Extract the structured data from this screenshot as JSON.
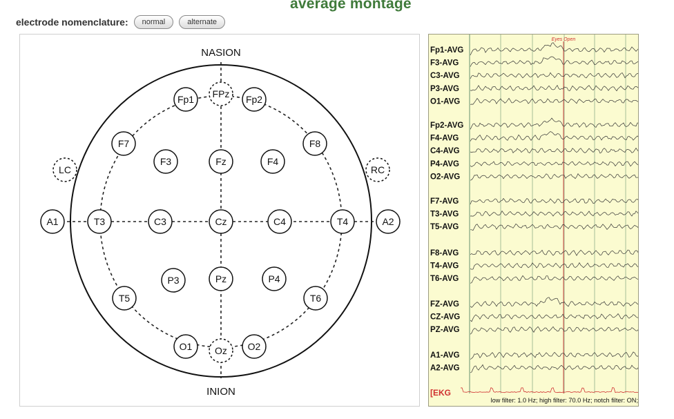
{
  "header": {
    "title": "average montage",
    "nomenclature_label": "electrode nomenclature:",
    "buttons": [
      {
        "label": "normal"
      },
      {
        "label": "alternate"
      }
    ]
  },
  "head_map": {
    "landmarks": {
      "top": "NASION",
      "bottom": "INION"
    },
    "electrodes": [
      {
        "id": "Fp1",
        "label": "Fp1",
        "style": "solid"
      },
      {
        "id": "FPz",
        "label": "FPz",
        "style": "dashed"
      },
      {
        "id": "Fp2",
        "label": "Fp2",
        "style": "solid"
      },
      {
        "id": "F7",
        "label": "F7",
        "style": "solid"
      },
      {
        "id": "F3",
        "label": "F3",
        "style": "solid"
      },
      {
        "id": "Fz",
        "label": "Fz",
        "style": "solid"
      },
      {
        "id": "F4",
        "label": "F4",
        "style": "solid"
      },
      {
        "id": "F8",
        "label": "F8",
        "style": "solid"
      },
      {
        "id": "LC",
        "label": "LC",
        "style": "dashed"
      },
      {
        "id": "RC",
        "label": "RC",
        "style": "dashed"
      },
      {
        "id": "A1",
        "label": "A1",
        "style": "solid"
      },
      {
        "id": "T3",
        "label": "T3",
        "style": "solid"
      },
      {
        "id": "C3",
        "label": "C3",
        "style": "solid"
      },
      {
        "id": "Cz",
        "label": "Cz",
        "style": "solid"
      },
      {
        "id": "C4",
        "label": "C4",
        "style": "solid"
      },
      {
        "id": "T4",
        "label": "T4",
        "style": "solid"
      },
      {
        "id": "A2",
        "label": "A2",
        "style": "solid"
      },
      {
        "id": "P3",
        "label": "P3",
        "style": "solid"
      },
      {
        "id": "Pz",
        "label": "Pz",
        "style": "solid"
      },
      {
        "id": "P4",
        "label": "P4",
        "style": "solid"
      },
      {
        "id": "T5",
        "label": "T5",
        "style": "solid"
      },
      {
        "id": "T6",
        "label": "T6",
        "style": "solid"
      },
      {
        "id": "O1",
        "label": "O1",
        "style": "solid"
      },
      {
        "id": "Oz",
        "label": "Oz",
        "style": "dashed"
      },
      {
        "id": "O2",
        "label": "O2",
        "style": "solid"
      }
    ]
  },
  "eeg": {
    "event_marker": "Eyes Open",
    "channel_groups": [
      [
        "Fp1-AVG",
        "F3-AVG",
        "C3-AVG",
        "P3-AVG",
        "O1-AVG"
      ],
      [
        "Fp2-AVG",
        "F4-AVG",
        "C4-AVG",
        "P4-AVG",
        "O2-AVG"
      ],
      [
        "F7-AVG",
        "T3-AVG",
        "T5-AVG"
      ],
      [
        "F8-AVG",
        "T4-AVG",
        "T6-AVG"
      ],
      [
        "FZ-AVG",
        "CZ-AVG",
        "PZ-AVG"
      ],
      [
        "A1-AVG",
        "A2-AVG"
      ]
    ],
    "ekg_label": "[EKG",
    "filter_text": "low filter: 1.0 Hz; high filter: 70.0 Hz; notch filter: ON;",
    "colors": {
      "background": "#fbfbd0",
      "grid": "#8fb08a",
      "trace": "#333333",
      "marker": "#d03030",
      "ekg": "#d03030"
    }
  }
}
